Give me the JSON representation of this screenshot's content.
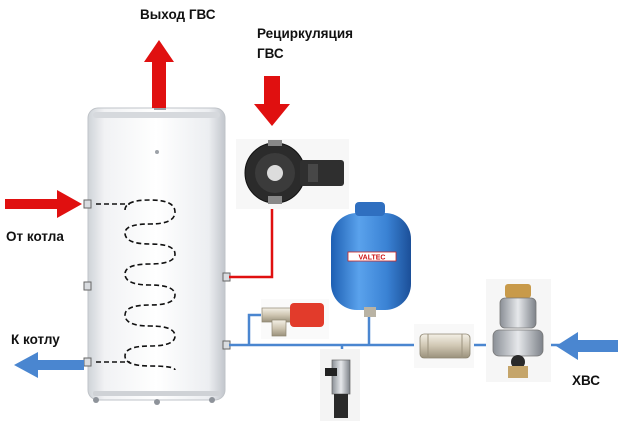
{
  "labels": {
    "hot_water_out": "Выход ГВС",
    "recirculation_line1": "Рециркуляция",
    "recirculation_line2": "ГВС",
    "from_boiler": "От котла",
    "to_boiler": "К котлу",
    "cold_water": "ХВС"
  },
  "brand": {
    "expansion_tank": "VALTEC"
  },
  "colors": {
    "hot": "#e01010",
    "cold": "#4a86d0",
    "tank_body": "#3f86d8"
  }
}
